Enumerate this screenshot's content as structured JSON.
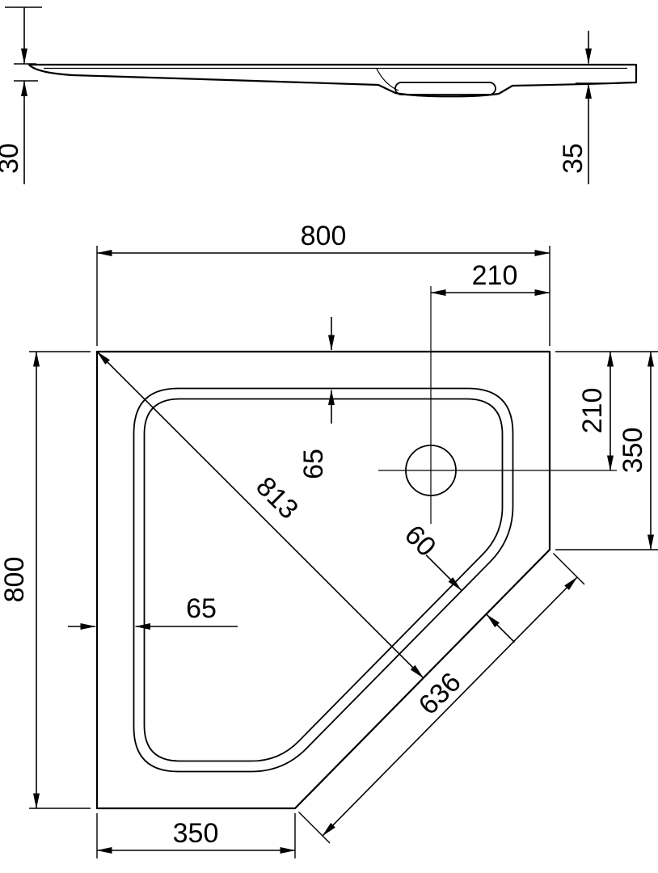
{
  "side_view": {
    "dim_height_left": "30",
    "dim_height_right": "35"
  },
  "plan_view": {
    "dim_overall_width": "800",
    "dim_overall_height": "800",
    "dim_drain_from_right": "210",
    "dim_drain_from_top": "210",
    "dim_corner_right": "350",
    "dim_corner_bottom": "350",
    "dim_rim_top": "65",
    "dim_rim_left": "65",
    "dim_rim_diagonal": "60",
    "dim_diagonal": "813",
    "dim_cut_edge": "636"
  },
  "colors": {
    "line": "#000000",
    "background": "#ffffff"
  }
}
